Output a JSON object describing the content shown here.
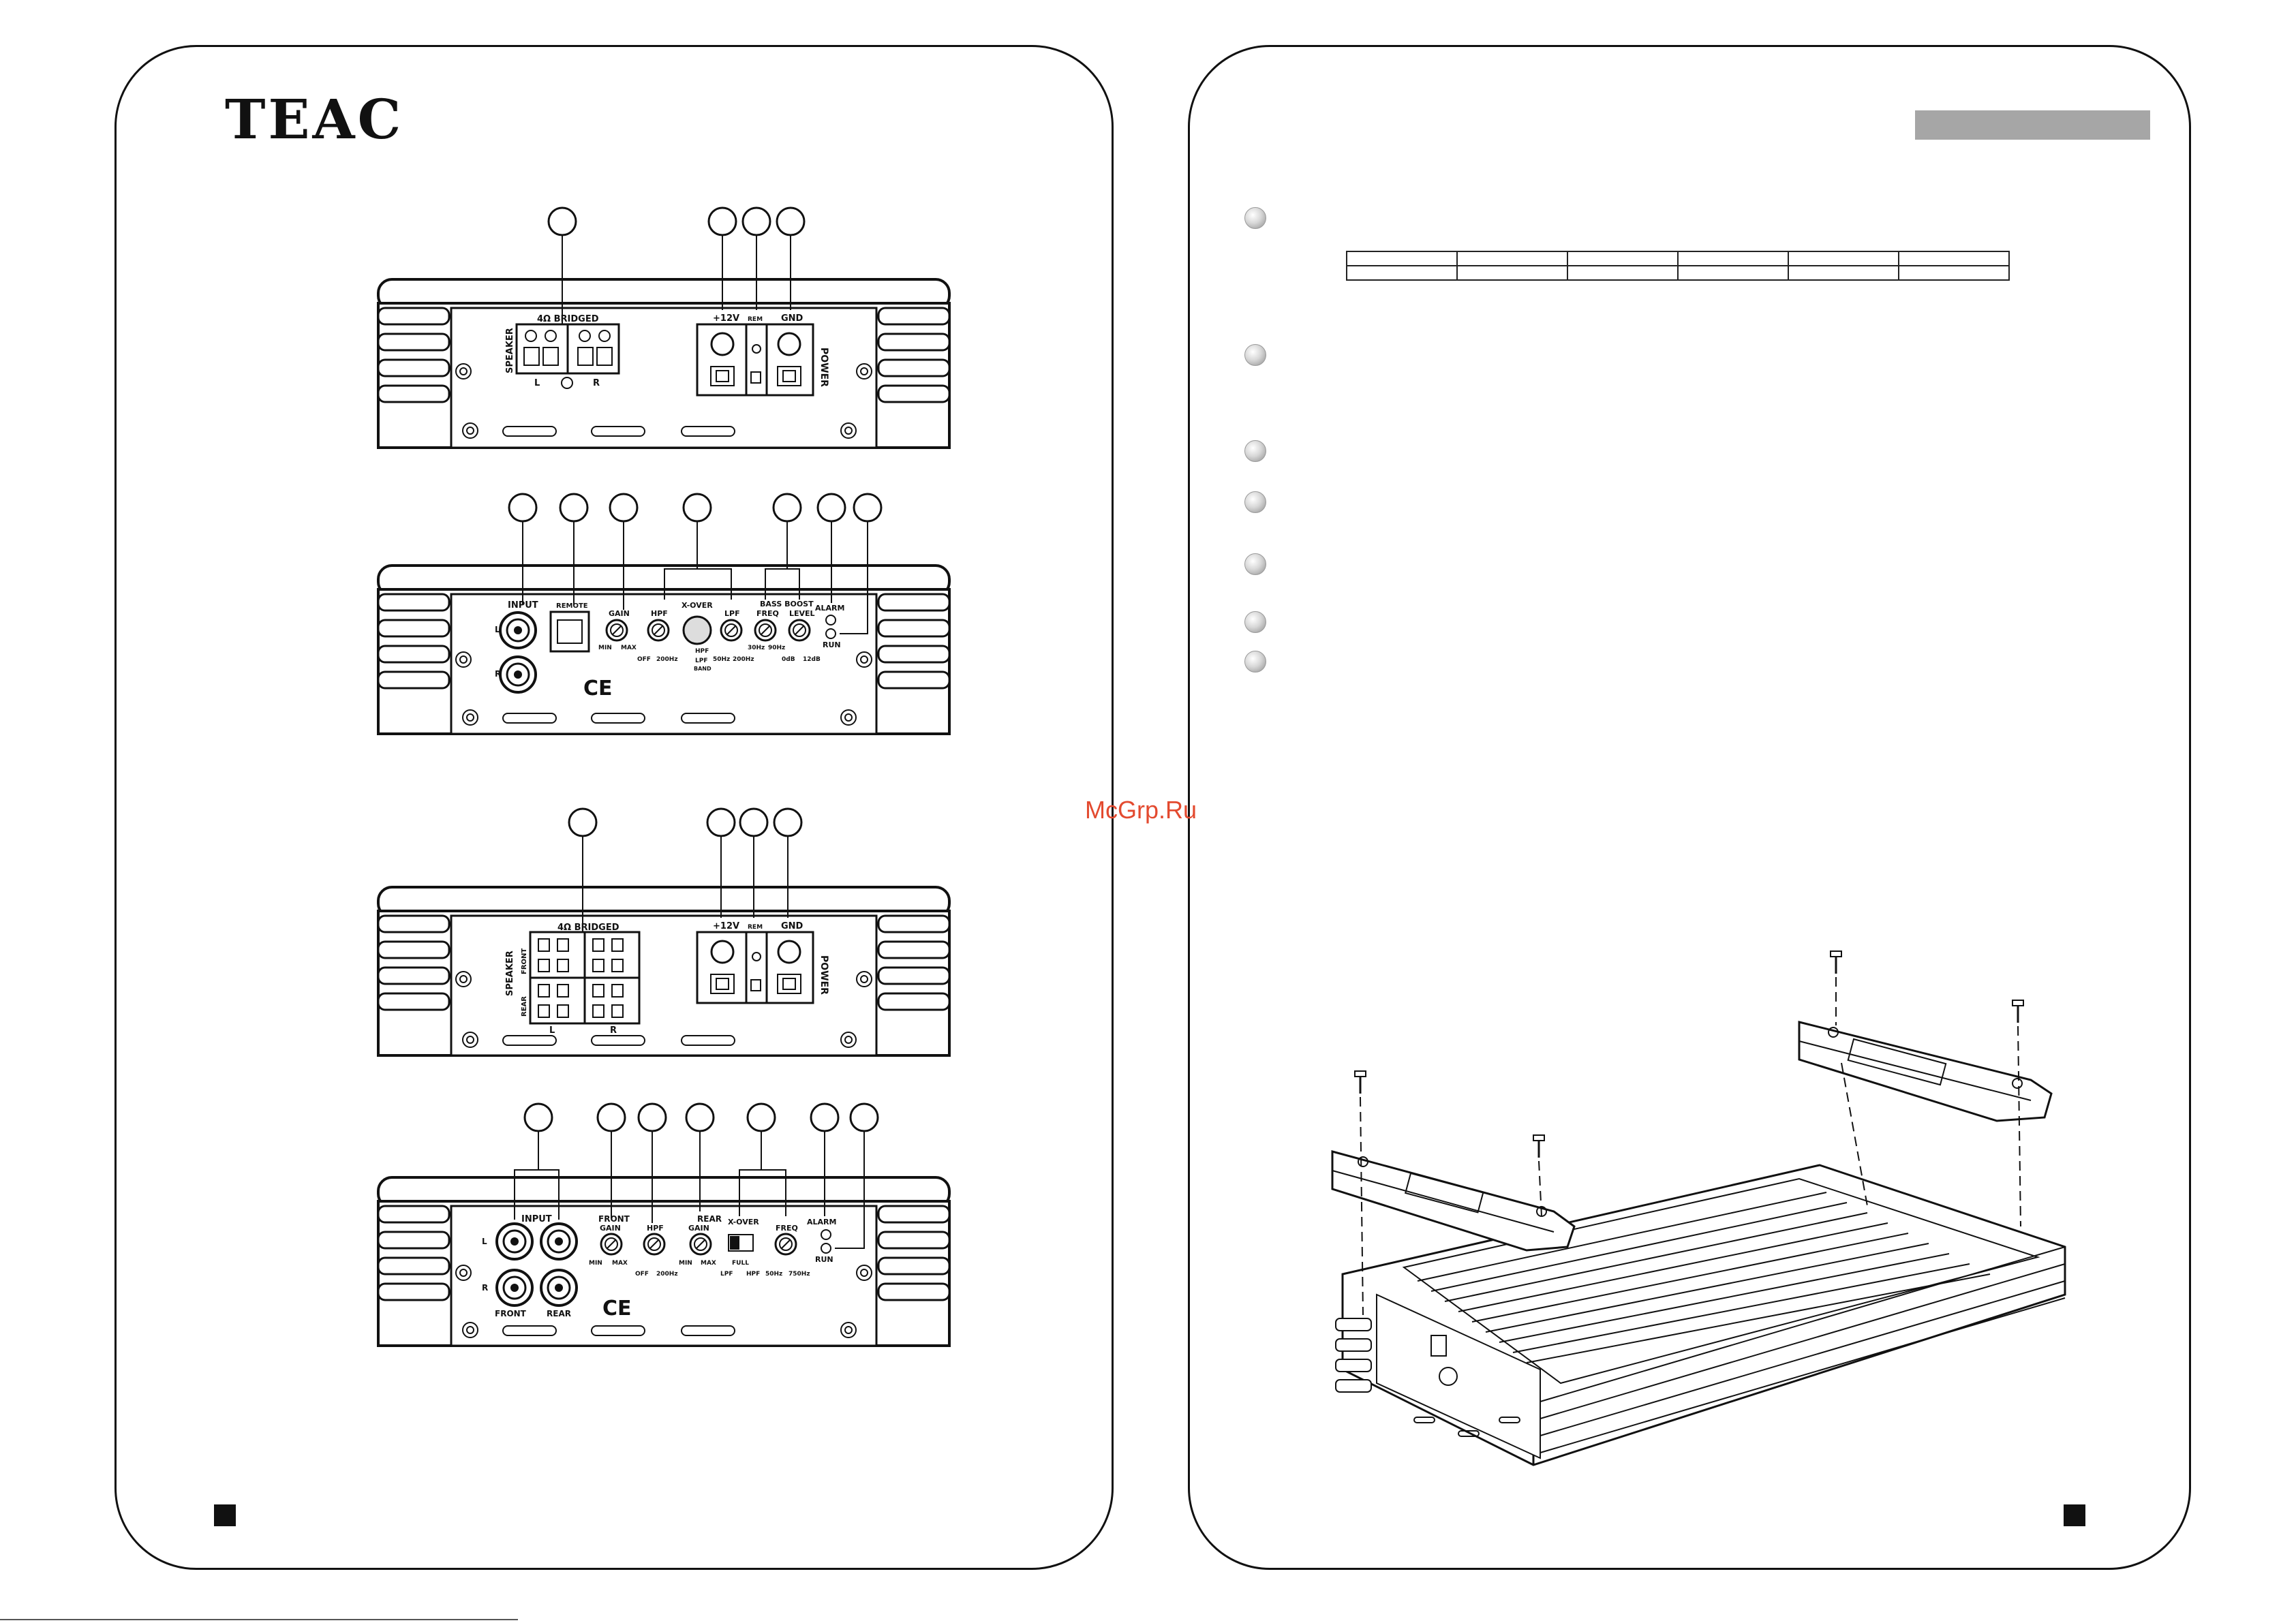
{
  "brand": {
    "logo_text": "TEAC"
  },
  "watermark": "McGrp.Ru",
  "colors": {
    "outline": "#111111",
    "grey_bar": "#a6a6a6",
    "watermark": "#e34a2f",
    "bullet": "#bdbdbd"
  },
  "amp_panels": {
    "two_ch_top": {
      "speaker_label": "SPEAKER",
      "bridged_label": "4Ω BRIDGED",
      "plus12_label": "+12V",
      "rem_label": "REM",
      "gnd_label": "GND",
      "power_label": "POWER",
      "left_marker": "L",
      "right_marker": "R"
    },
    "two_ch_front": {
      "input_label": "INPUT",
      "l_label": "L",
      "r_label": "R",
      "remote_label": "REMOTE",
      "gain_label": "GAIN",
      "gain_min": "MIN",
      "gain_max": "MAX",
      "hpf_label": "HPF",
      "hpf_off": "OFF",
      "hpf_200": "200Hz",
      "xover_label": "X-OVER",
      "xover_hpf": "HPF",
      "xover_lpf": "LPF",
      "xover_band": "BAND",
      "lpf_label": "LPF",
      "lpf_50": "50Hz",
      "lpf_200": "200Hz",
      "bass_boost_label": "BASS BOOST",
      "freq_label": "FREQ",
      "freq_30": "30Hz",
      "freq_90": "90Hz",
      "level_label": "LEVEL",
      "level_0": "0dB",
      "level_12": "12dB",
      "alarm_label": "ALARM",
      "run_label": "RUN",
      "ce_mark": "CE"
    },
    "four_ch_top": {
      "speaker_label": "SPEAKER",
      "bridged_label": "4Ω BRIDGED",
      "front_label": "FRONT",
      "rear_label": "REAR",
      "plus12_label": "+12V",
      "rem_label": "REM",
      "gnd_label": "GND",
      "power_label": "POWER",
      "left_marker": "L",
      "right_marker": "R"
    },
    "four_ch_front": {
      "input_label": "INPUT",
      "l_label": "L",
      "r_label": "R",
      "front_label": "FRONT",
      "rear_label": "REAR",
      "front_gain_title": "FRONT",
      "gain_label": "GAIN",
      "gain_min": "MIN",
      "gain_max": "MAX",
      "hpf_label": "HPF",
      "hpf_off": "OFF",
      "hpf_200": "200Hz",
      "rear_gain_title": "REAR",
      "rear_gain_label": "GAIN",
      "rear_min": "MIN",
      "rear_max": "MAX",
      "xover_label": "X-OVER",
      "full_label": "FULL",
      "xover_lpf": "LPF",
      "xover_hpf": "HPF",
      "freq_label": "FREQ",
      "freq_50": "50Hz",
      "freq_750": "750Hz",
      "alarm_label": "ALARM",
      "run_label": "RUN",
      "ce_mark": "CE"
    }
  }
}
